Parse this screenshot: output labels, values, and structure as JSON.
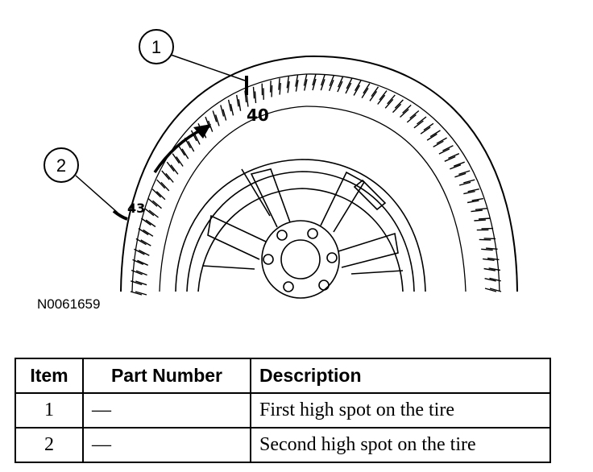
{
  "figure": {
    "figure_id": "N0061659",
    "callouts": [
      {
        "number": "1"
      },
      {
        "number": "2"
      }
    ],
    "tire_marks": [
      {
        "label": "40"
      },
      {
        "label": "43"
      }
    ]
  },
  "table": {
    "headers": {
      "item": "Item",
      "part_number": "Part Number",
      "description": "Description"
    },
    "rows": [
      {
        "item": "1",
        "part_number": "—",
        "description": "First high spot on the tire"
      },
      {
        "item": "2",
        "part_number": "—",
        "description": "Second high spot on the tire"
      }
    ]
  }
}
